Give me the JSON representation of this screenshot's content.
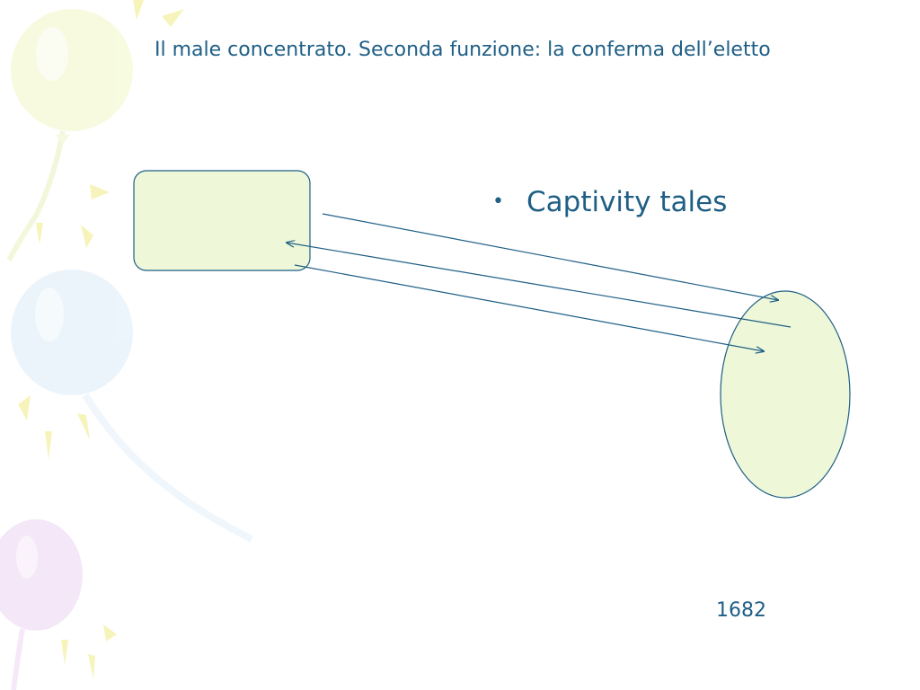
{
  "slide": {
    "title": "Il male concentrato. Seconda funzione: la conferma dell’eletto",
    "bullet_text": "Captivity tales",
    "year_label": "1682"
  },
  "colors": {
    "text": "#1f5f86",
    "shape_fill": "#eef8d8",
    "shape_stroke": "#1f5f86",
    "arrow": "#1f5f86"
  },
  "icons": {
    "bullet": "bullet-dot",
    "decoration": "balloons-decoration"
  }
}
